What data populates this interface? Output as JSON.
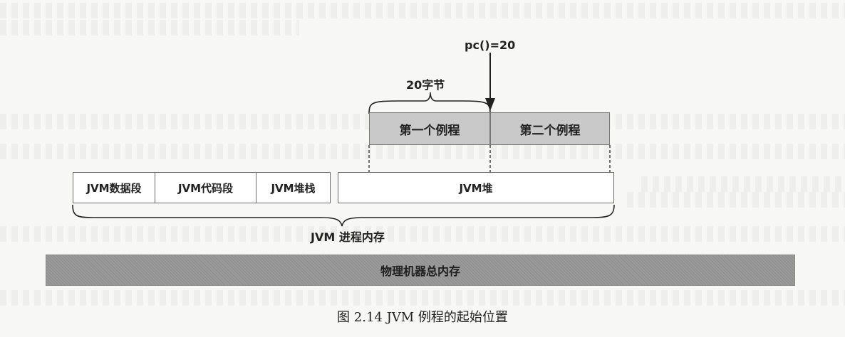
{
  "pc_label": "pc()=20",
  "bytes_label": "20字节",
  "routines": [
    {
      "label": "第一个例程"
    },
    {
      "label": "第二个例程"
    }
  ],
  "segments": [
    {
      "label": "JVM数据段"
    },
    {
      "label": "JVM代码段"
    },
    {
      "label": "JVM堆栈"
    },
    {
      "label": "JVM堆"
    }
  ],
  "process_memory_label": "JVM 进程内存",
  "physical_memory_label": "物理机器总内存",
  "caption": "图 2.14    JVM 例程的起始位置"
}
